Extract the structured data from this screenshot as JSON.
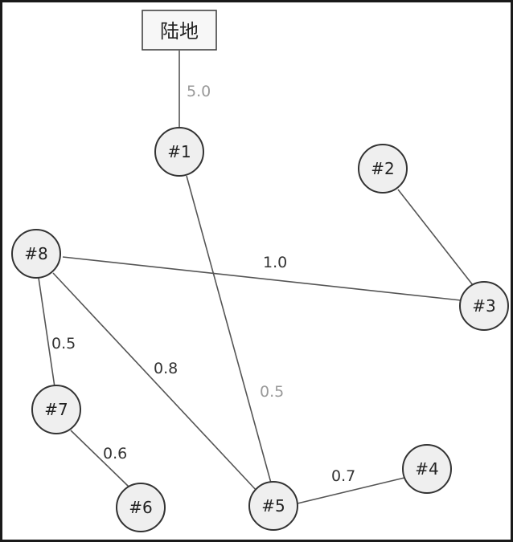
{
  "land": {
    "label": "陆地"
  },
  "nodes": [
    {
      "id": "n1",
      "label": "#1"
    },
    {
      "id": "n2",
      "label": "#2"
    },
    {
      "id": "n3",
      "label": "#3"
    },
    {
      "id": "n4",
      "label": "#4"
    },
    {
      "id": "n5",
      "label": "#5"
    },
    {
      "id": "n6",
      "label": "#6"
    },
    {
      "id": "n7",
      "label": "#7"
    },
    {
      "id": "n8",
      "label": "#8"
    }
  ],
  "edges": [
    {
      "from": "land",
      "to": "n1",
      "label": "5.0"
    },
    {
      "from": "n1",
      "to": "n5",
      "label": "0.5"
    },
    {
      "from": "n2",
      "to": "n3",
      "label": ""
    },
    {
      "from": "n8",
      "to": "n3",
      "label": "1.0"
    },
    {
      "from": "n8",
      "to": "n7",
      "label": "0.5"
    },
    {
      "from": "n8",
      "to": "n5",
      "label": "0.8"
    },
    {
      "from": "n7",
      "to": "n6",
      "label": "0.6"
    },
    {
      "from": "n5",
      "to": "n4",
      "label": "0.7"
    }
  ]
}
